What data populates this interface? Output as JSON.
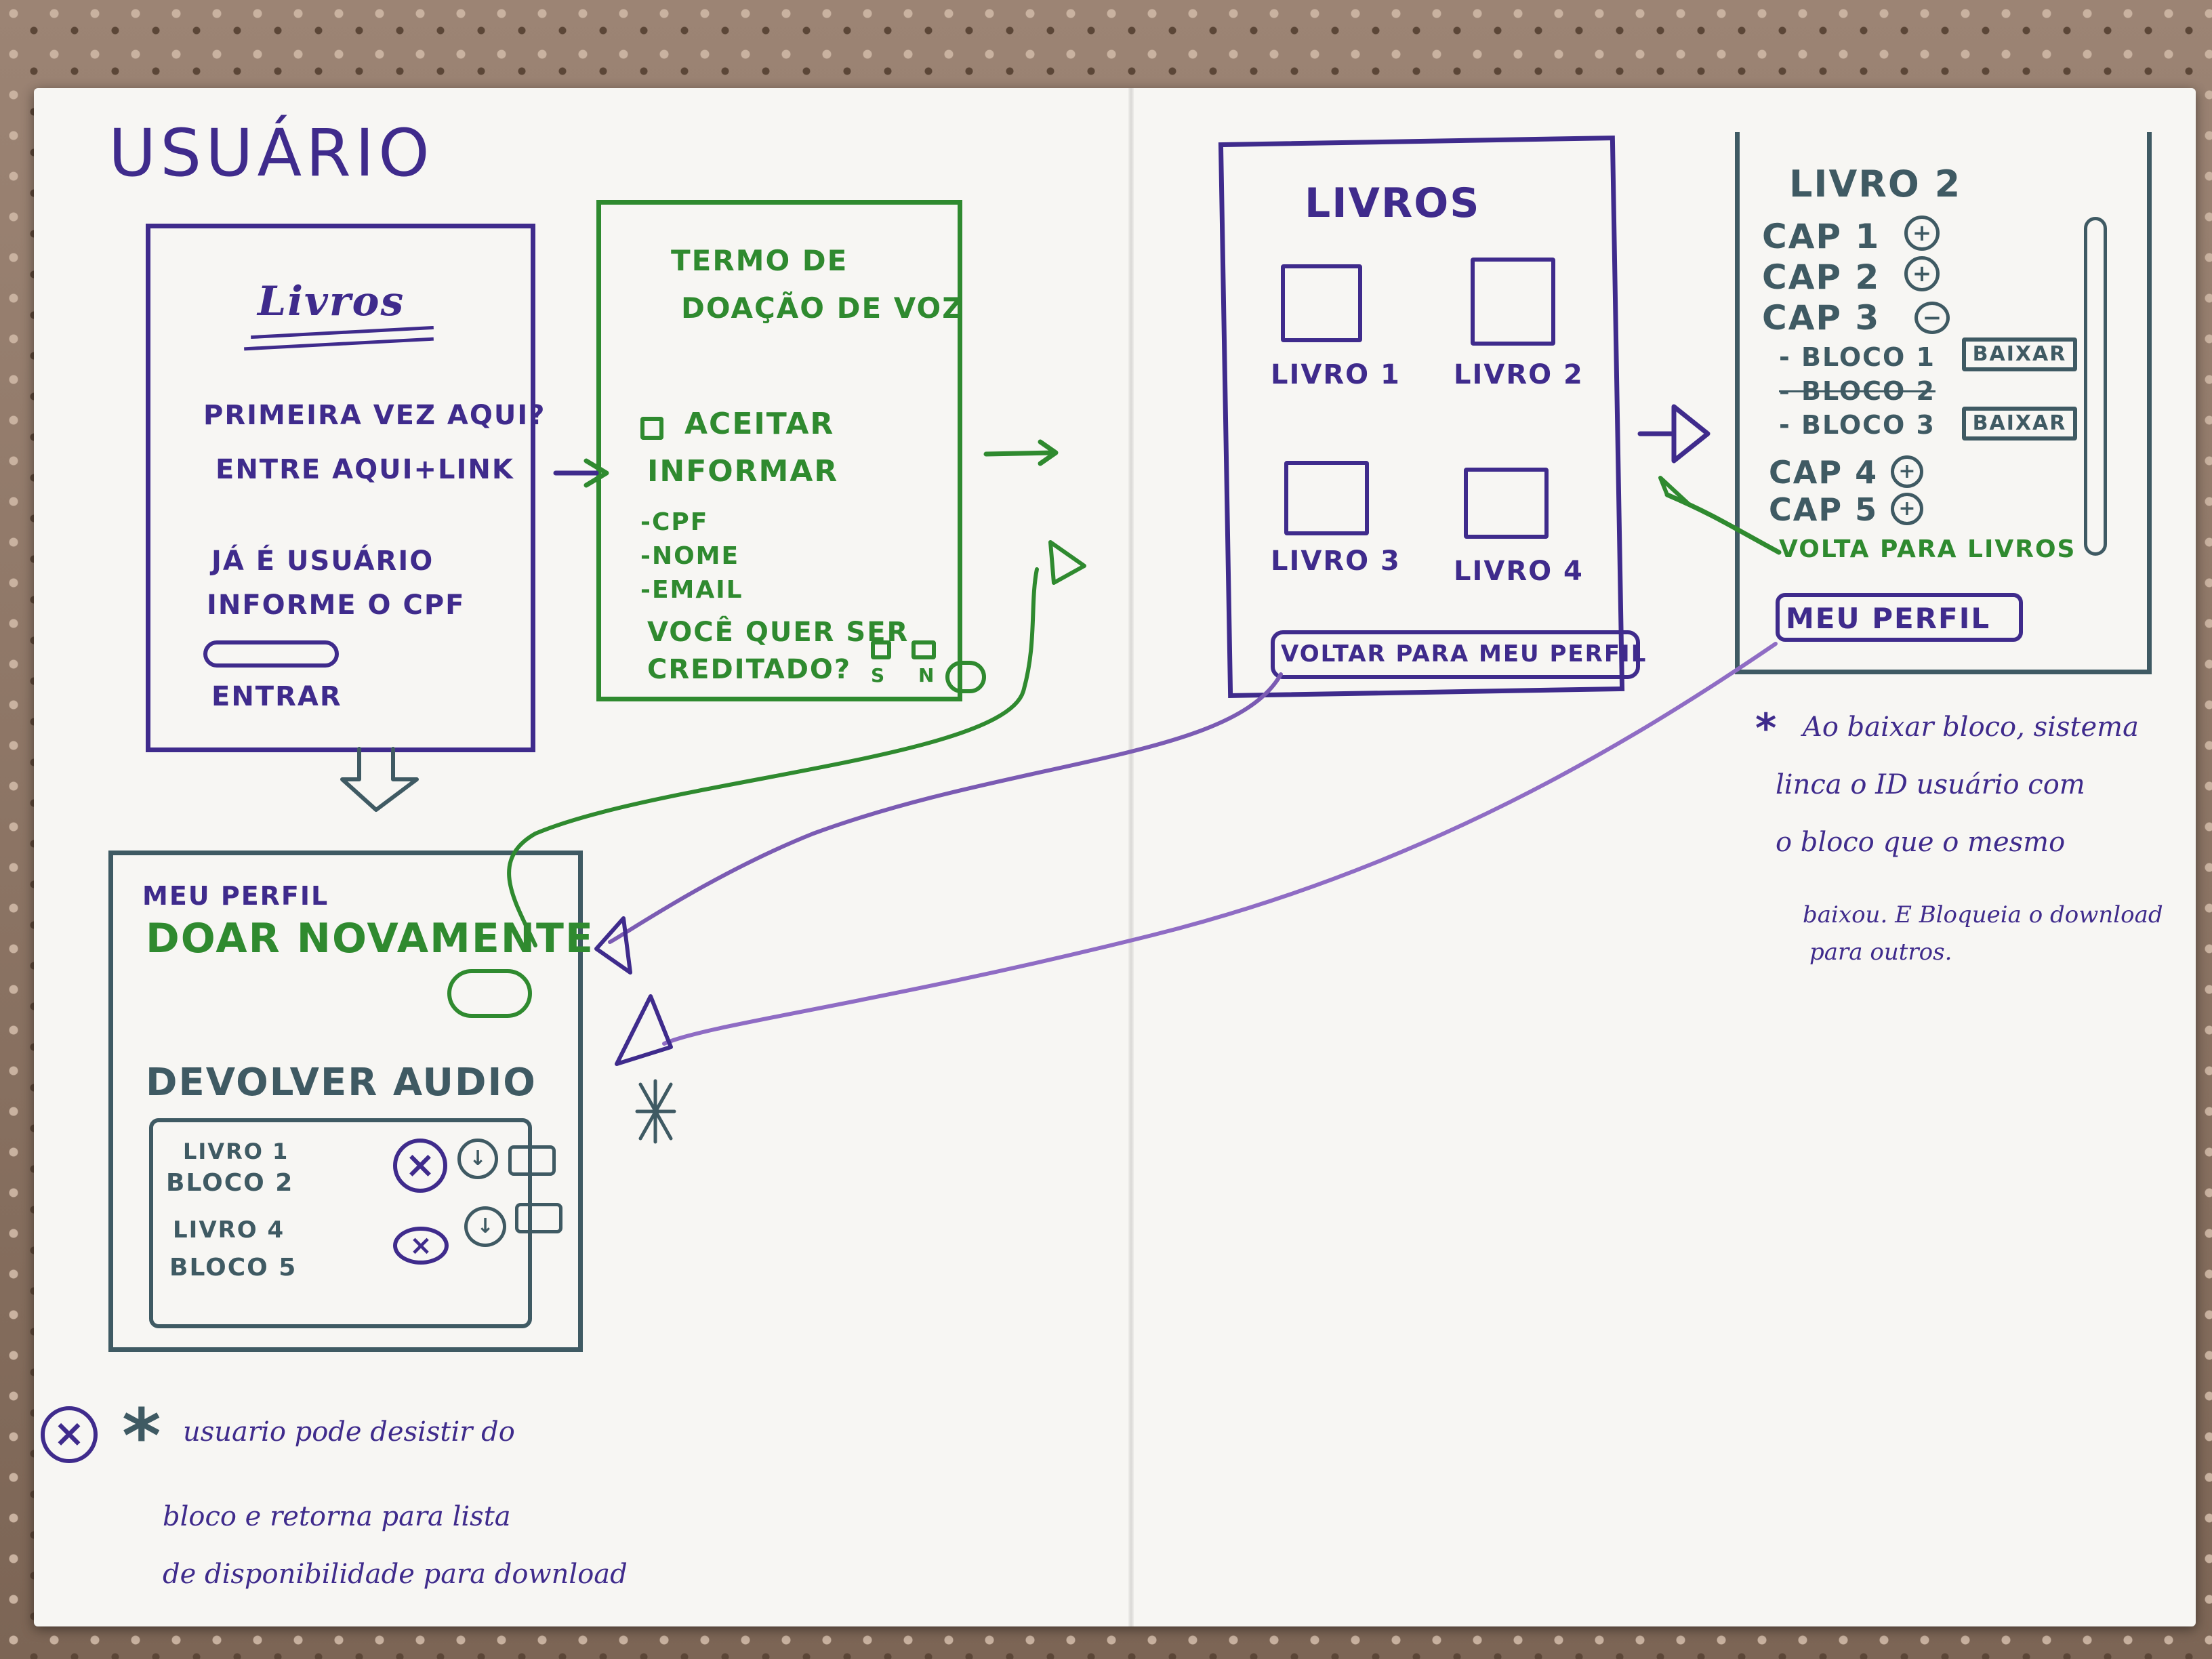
{
  "title": "USUÁRIO",
  "login_screen": {
    "logo": "Livros",
    "first_time": "PRIMEIRA VEZ AQUI?",
    "enter_here": "ENTRE AQUI+LINK",
    "already_user": "JÁ É USUÁRIO",
    "inform_cpf": "INFORME O CPF",
    "enter_button": "ENTRAR"
  },
  "terms_screen": {
    "heading_line1": "TERMO DE",
    "heading_line2": "DOAÇÃO DE VOZ",
    "accept": "ACEITAR",
    "inform": "INFORMAR",
    "fields": [
      "-CPF",
      "-NOME",
      "-EMAIL"
    ],
    "credit_question_line1": "VOCÊ QUER SER",
    "credit_question_line2": "CREDITADO?",
    "options": [
      "S",
      "N"
    ]
  },
  "books_screen": {
    "heading": "LIVROS",
    "books": [
      "LIVRO 1",
      "LIVRO 2",
      "LIVRO 3",
      "LIVRO 4"
    ],
    "back_button": "VOLTAR PARA MEU PERFIL"
  },
  "book_detail_screen": {
    "heading": "LIVRO 2",
    "chapters": [
      {
        "label": "CAP 1",
        "toggle": "+"
      },
      {
        "label": "CAP 2",
        "toggle": "+"
      },
      {
        "label": "CAP 3",
        "toggle": "−"
      }
    ],
    "blocks": [
      {
        "label": "- BLOCO 1",
        "action": "BAIXAR"
      },
      {
        "label": "- BLOCO 2",
        "action": ""
      },
      {
        "label": "- BLOCO 3",
        "action": "BAIXAR"
      }
    ],
    "more_chapters": [
      {
        "label": "CAP 4",
        "toggle": "+"
      },
      {
        "label": "CAP 5",
        "toggle": "+"
      }
    ],
    "back_link": "VOLTA PARA LIVROS",
    "profile_button": "MEU PERFIL"
  },
  "profile_screen": {
    "heading": "MEU PERFIL",
    "donate_again": "DOAR NOVAMENTE",
    "return_audio": "DEVOLVER AUDIO",
    "items": [
      {
        "line1": "LIVRO 1",
        "line2": "BLOCO 2"
      },
      {
        "line1": "LIVRO 4",
        "line2": "BLOCO 5"
      }
    ]
  },
  "note_block": {
    "symbol": "*",
    "lines": [
      "Ao baixar bloco, sistema",
      "linca o ID usuário com",
      "o bloco que o mesmo",
      "baixou. E Bloqueia o download",
      "para outros."
    ]
  },
  "note_desist": {
    "symbol": "*",
    "lines": [
      "usuario pode desistir do",
      "bloco e retorna para lista",
      "de disponibilidade para download"
    ]
  },
  "colors": {
    "purple_ink": "#3f2b8c",
    "green_ink": "#2f8a2f",
    "slate_ink": "#3f5a63",
    "light_purple_ink": "#8f6cc4"
  }
}
